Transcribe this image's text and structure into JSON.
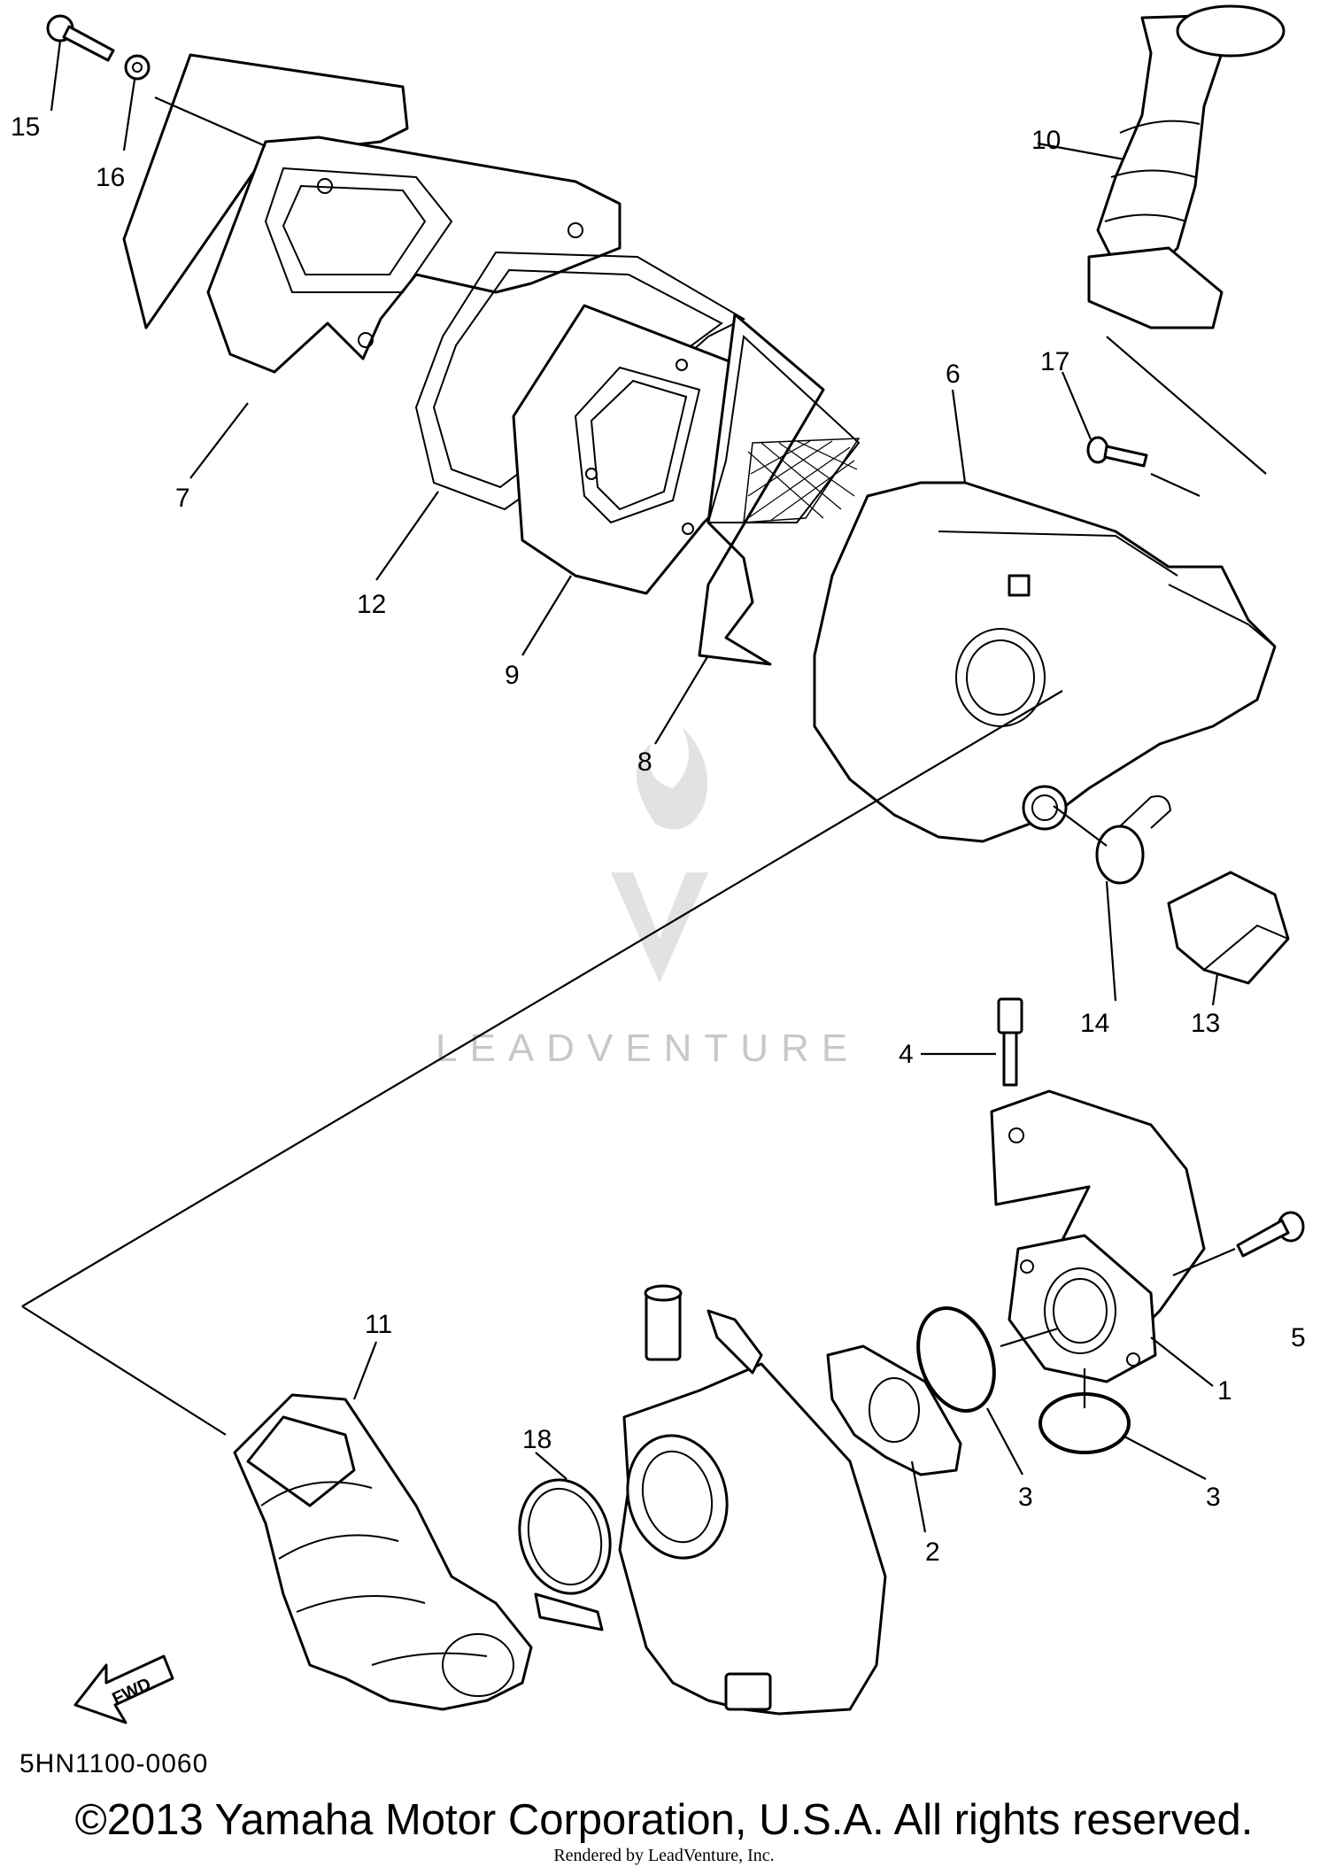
{
  "watermark": "LEADVENTURE",
  "callouts": {
    "c1": "1",
    "c2": "2",
    "c3a": "3",
    "c3b": "3",
    "c4": "4",
    "c5": "5",
    "c6": "6",
    "c7": "7",
    "c8": "8",
    "c9": "9",
    "c10": "10",
    "c11": "11",
    "c12": "12",
    "c13": "13",
    "c14": "14",
    "c15": "15",
    "c16": "16",
    "c17": "17",
    "c18": "18"
  },
  "fwd_label": "FWD",
  "diagram_code": "5HN1100-0060",
  "copyright": "©2013 Yamaha Motor Corporation, U.S.A. All rights reserved.",
  "rendered_by": "Rendered by LeadVenture, Inc."
}
